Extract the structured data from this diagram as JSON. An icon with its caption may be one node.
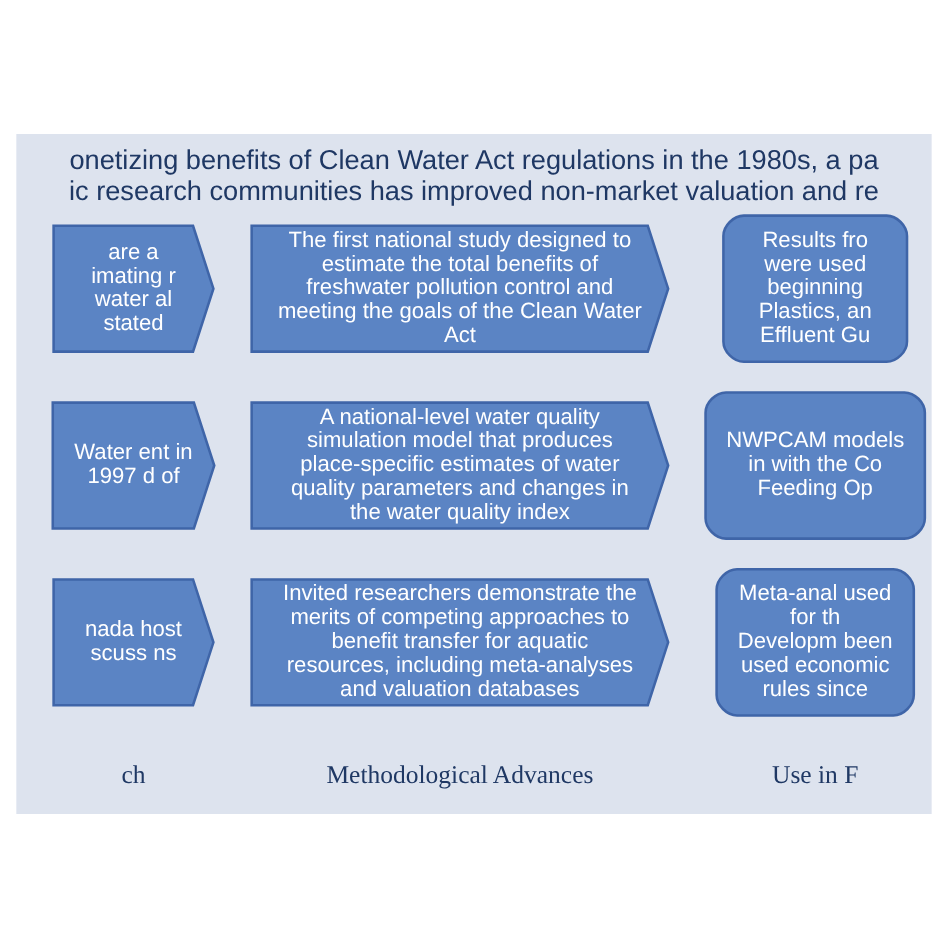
{
  "diagram": {
    "title": "onetizing benefits of Clean Water Act regulations in the 1980s, a pa ic research communities has improved non-market valuation and re",
    "nodes": [
      {
        "text": [
          "are a imating r water al stated"
        ]
      },
      {
        "text": [
          "The first national study designed to estimate the total benefits of freshwater pollution control and meeting the goals of the Clean Water Act"
        ]
      },
      {
        "text": [
          "Results fro were used beginning Plastics, an Effluent Gu"
        ]
      },
      {
        "text": [
          "Water ent in 1997 d of"
        ]
      },
      {
        "text": [
          "A national-level water quality simulation model that produces place-specific estimates of water quality parameters and changes in the water quality index"
        ]
      },
      {
        "text": [
          "NWPCAM models in with the Co Feeding Op"
        ]
      },
      {
        "text": [
          "nada host scuss ns"
        ]
      },
      {
        "text": [
          "Invited researchers demonstrate the merits of competing approaches to benefit transfer for aquatic resources, including meta-analyses and valuation databases"
        ]
      },
      {
        "text": [
          "Meta-anal used for th Developm been used economic rules since"
        ]
      }
    ],
    "labels": [
      "ch",
      "Methodological Advances",
      "Use in F"
    ]
  }
}
